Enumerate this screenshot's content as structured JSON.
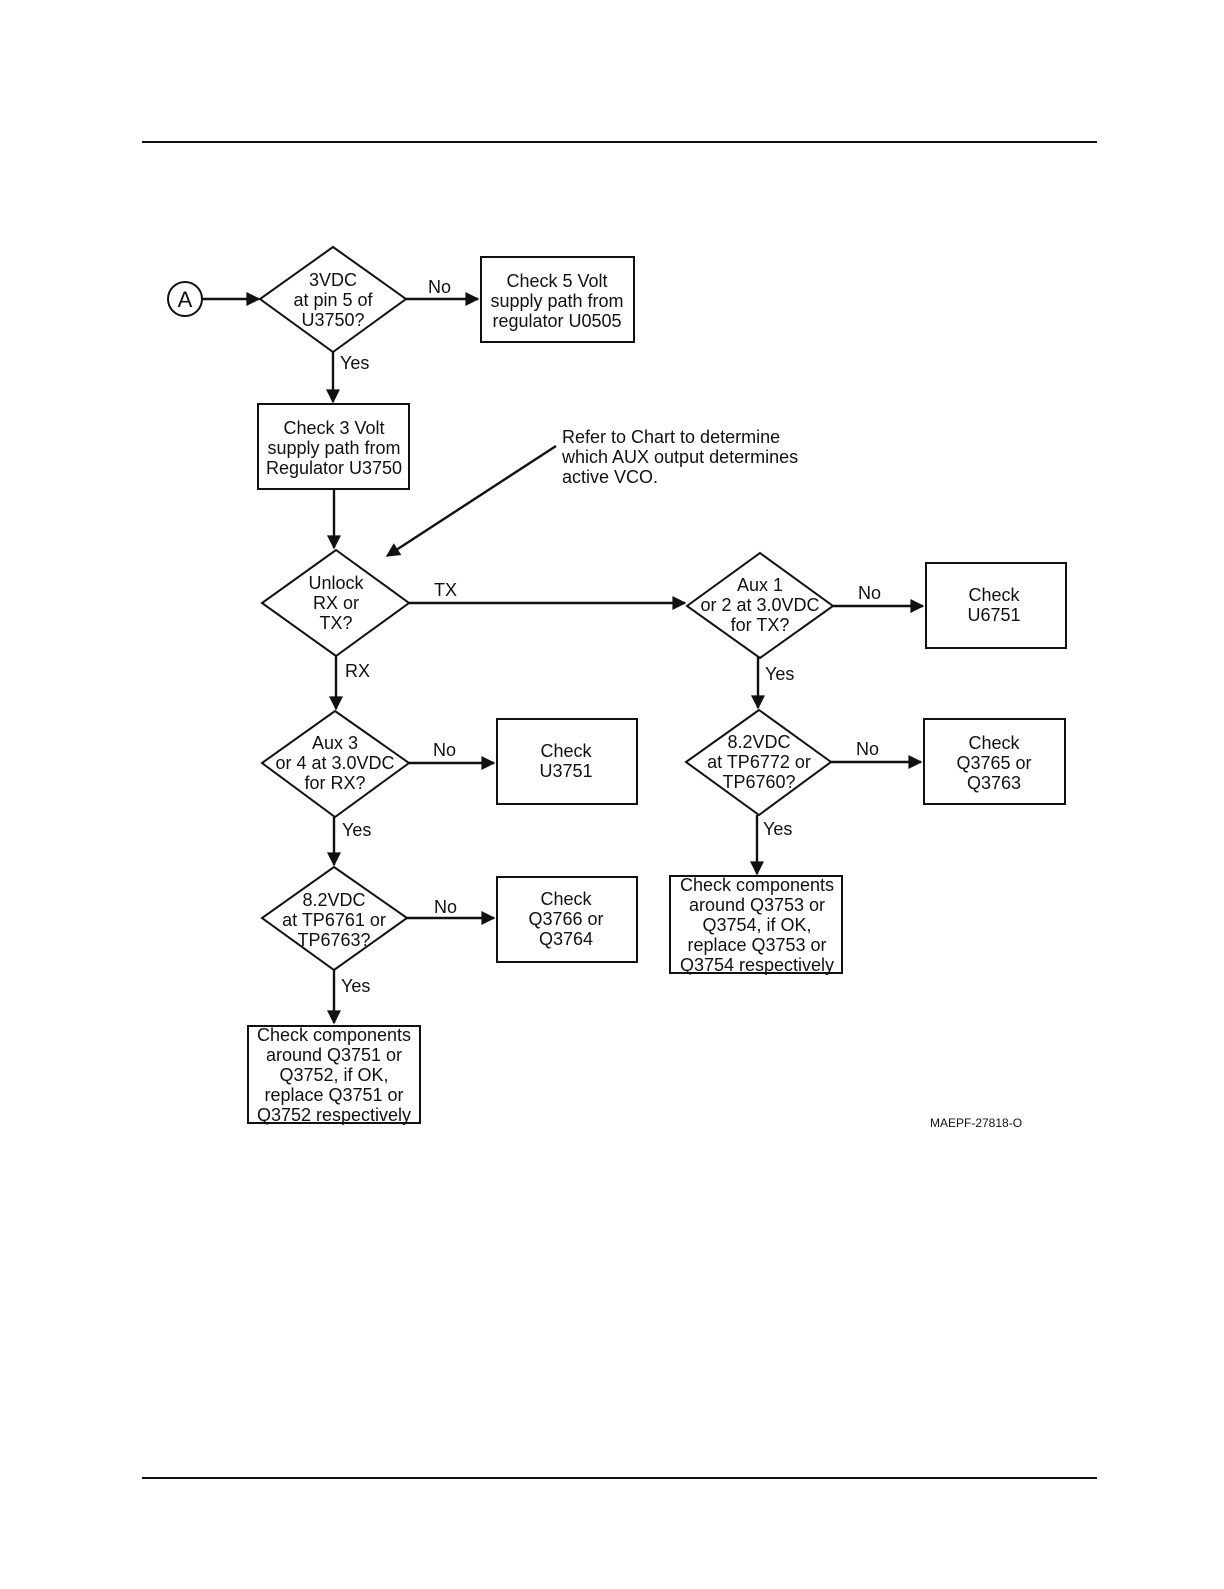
{
  "connector": {
    "label": "A"
  },
  "nodes": {
    "d_3vdc": {
      "lines": [
        "3VDC",
        "at pin 5 of",
        "U3750?"
      ]
    },
    "b_5volt": {
      "lines": [
        "Check 5 Volt",
        "supply path from",
        "regulator U0505"
      ]
    },
    "b_3volt": {
      "lines": [
        "Check 3 Volt",
        "supply path from",
        "Regulator U3750"
      ]
    },
    "d_unlock": {
      "lines": [
        "Unlock",
        "RX or",
        "TX?"
      ]
    },
    "d_aux12": {
      "lines": [
        "Aux 1",
        "or 2 at 3.0VDC",
        "for TX?"
      ]
    },
    "b_u6751": {
      "lines": [
        "Check",
        "U6751"
      ]
    },
    "d_aux34": {
      "lines": [
        "Aux 3",
        "or 4 at 3.0VDC",
        "for RX?"
      ]
    },
    "b_u3751": {
      "lines": [
        "Check",
        "U3751"
      ]
    },
    "d_tp6772": {
      "lines": [
        "8.2VDC",
        "at TP6772 or",
        "TP6760?"
      ]
    },
    "b_q3765": {
      "lines": [
        "Check",
        "Q3765 or",
        "Q3763"
      ]
    },
    "d_tp6761": {
      "lines": [
        "8.2VDC",
        "at TP6761 or",
        "TP6763?"
      ]
    },
    "b_q3766": {
      "lines": [
        "Check",
        "Q3766 or",
        "Q3764"
      ]
    },
    "b_q3753": {
      "lines": [
        "Check components",
        "around Q3753 or",
        "Q3754, if OK,",
        "replace Q3753 or",
        "Q3754 respectively"
      ]
    },
    "b_q3751": {
      "lines": [
        "Check components",
        "around Q3751 or",
        "Q3752, if OK,",
        "replace Q3751 or",
        "Q3752 respectively"
      ]
    }
  },
  "edge_labels": {
    "no1": "No",
    "yes1": "Yes",
    "tx": "TX",
    "rx": "RX",
    "no_aux12": "No",
    "yes_aux12": "Yes",
    "no_aux34": "No",
    "yes_aux34": "Yes",
    "no_tp6772": "No",
    "yes_tp6772": "Yes",
    "no_tp6761": "No",
    "yes_tp6761": "Yes"
  },
  "note": {
    "lines": [
      "Refer to Chart to determine",
      "which AUX output determines",
      "active VCO."
    ]
  },
  "figure_id": "MAEPF-27818-O"
}
